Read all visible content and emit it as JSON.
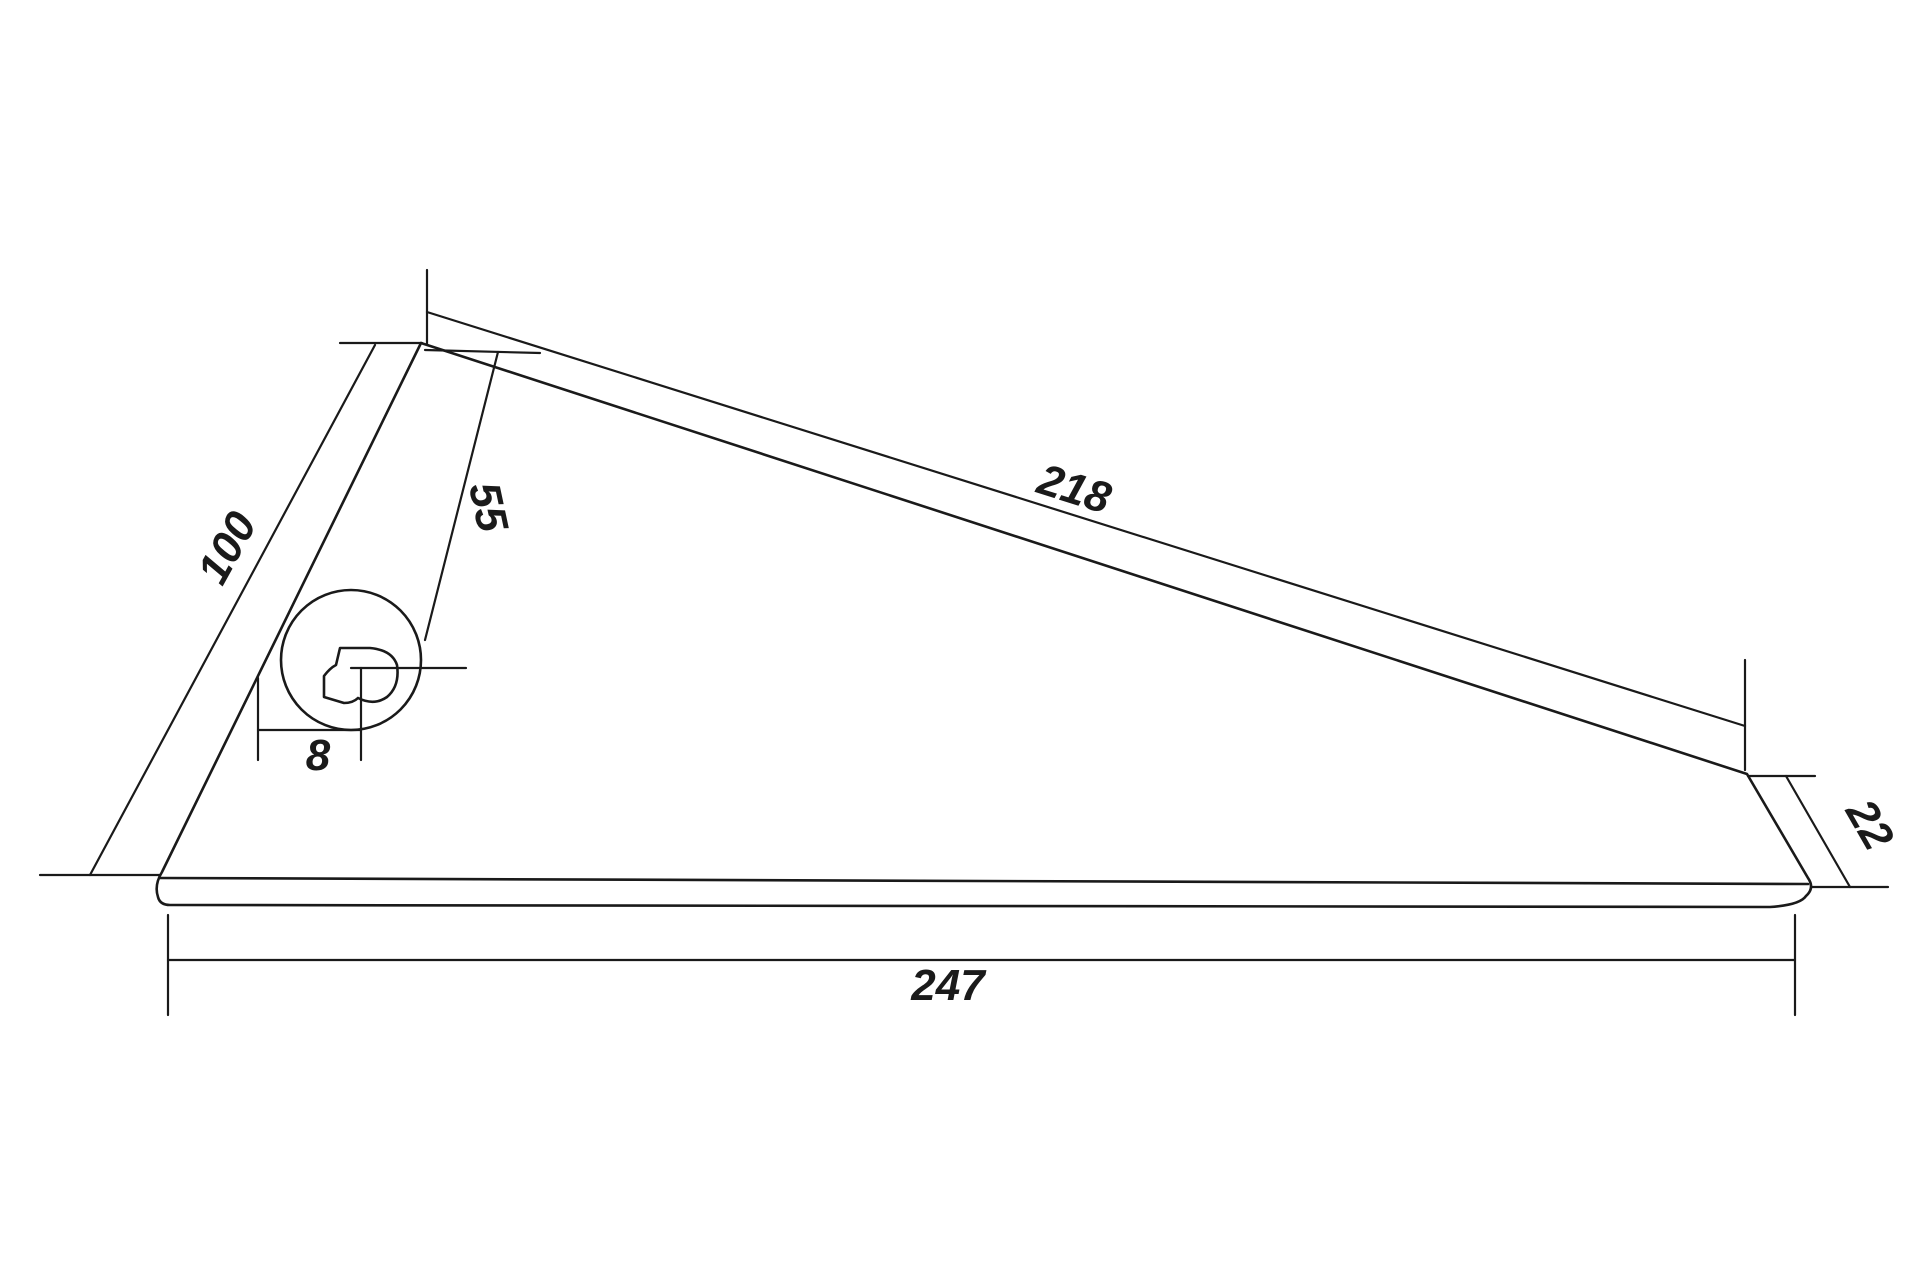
{
  "dimensions": {
    "bottom": "247",
    "top": "218",
    "left": "100",
    "right": "22",
    "hole_to_corner": "55",
    "hole_to_edge": "8"
  }
}
